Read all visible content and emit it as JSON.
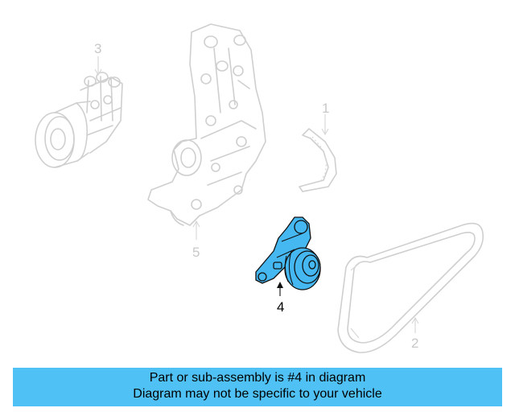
{
  "callouts": {
    "c1": "1",
    "c2": "2",
    "c3": "3",
    "c4": "4",
    "c5": "5"
  },
  "banner": {
    "line1": "Part or sub-assembly is #4 in diagram",
    "line2": "Diagram may not be specific to your vehicle"
  },
  "colors": {
    "highlight": "#45b8f2",
    "banner": "#4fc1f5",
    "ghost": "#cfcfcf"
  }
}
